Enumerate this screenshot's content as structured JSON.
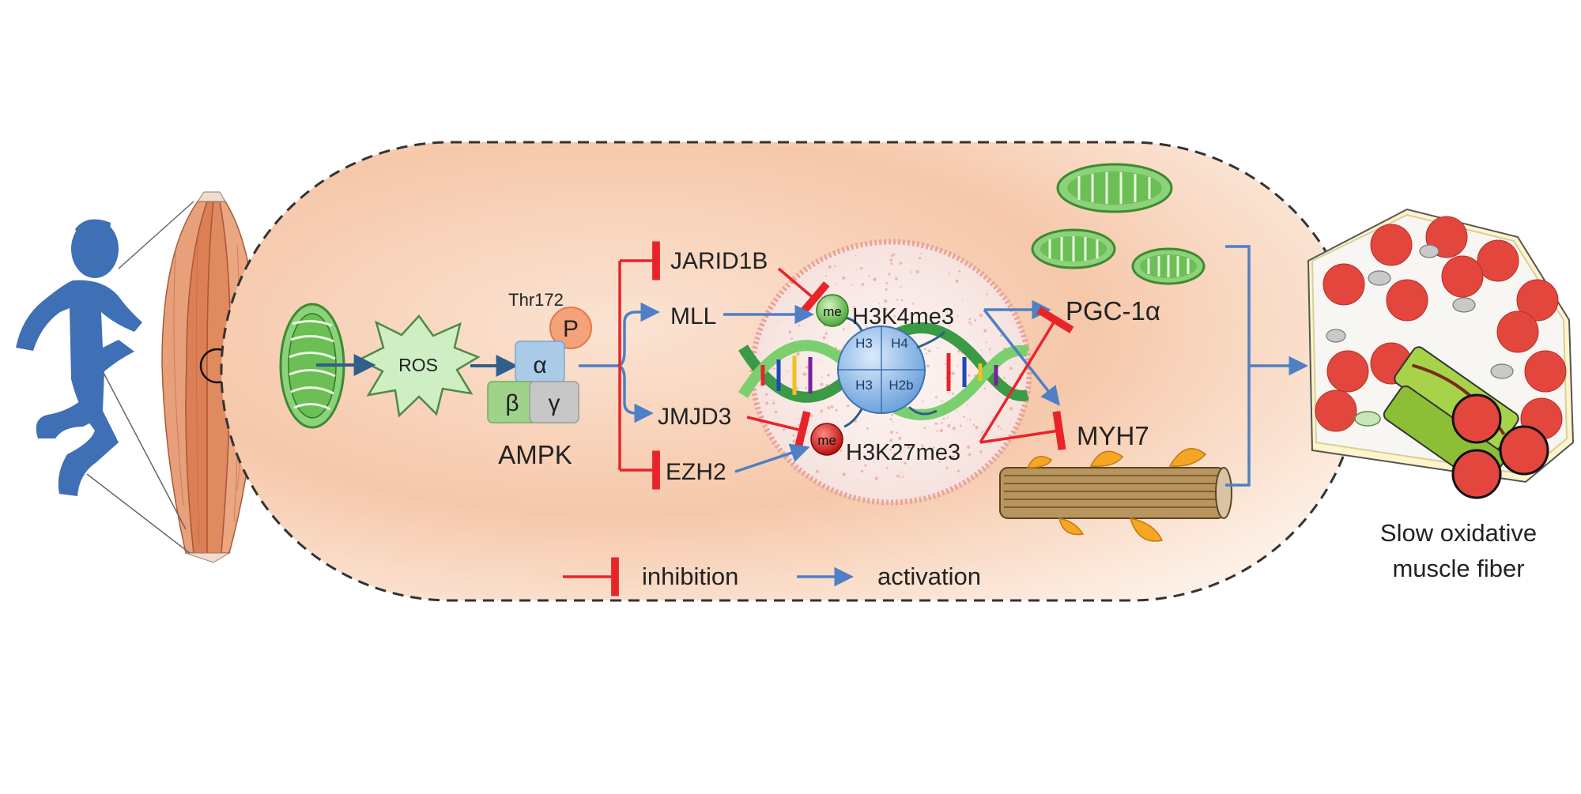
{
  "labels": {
    "ros": "ROS",
    "thr172": "Thr172",
    "phospho": "P",
    "alpha": "α",
    "beta": "β",
    "gamma": "γ",
    "ampk": "AMPK",
    "jarid1b": "JARID1B",
    "mll": "MLL",
    "jmjd3": "JMJD3",
    "ezh2": "EZH2",
    "h3k4me3": "H3K4me3",
    "h3k27me3": "H3K27me3",
    "me_green": "me",
    "me_red": "me",
    "histone_h3_top": "H3",
    "histone_h4": "H4",
    "histone_h3_bottom": "H3",
    "histone_h2b": "H2b",
    "pgc1a": "PGC-1α",
    "myh7": "MYH7",
    "fiber_line1": "Slow oxidative",
    "fiber_line2": "muscle fiber"
  },
  "legend": {
    "inhibition": "inhibition",
    "activation": "activation"
  },
  "colors": {
    "runner": "#3f6fb4",
    "muscle": "#e0865a",
    "cell_fill": "#f8d2b8",
    "activation": "#4f7fc4",
    "inhibition": "#e8242a",
    "mitochondria": "#5fae46",
    "ros_fill": "#cfeec4",
    "alpha_fill": "#a9cbe8",
    "beta_fill": "#9fd38a",
    "gamma_fill": "#c7c7c7",
    "phospho_fill": "#f3a27a",
    "nucleus_fill": "#f7ece9",
    "fiber_red": "#e2463c"
  },
  "icons": [
    "runner-silhouette",
    "muscle-icon",
    "mitochondrion-icon",
    "ros-burst-icon",
    "nucleus-icon",
    "dna-helix-icon",
    "nucleosome-icon",
    "myofiber-icon",
    "muscle-fiber-cross-section-icon"
  ]
}
